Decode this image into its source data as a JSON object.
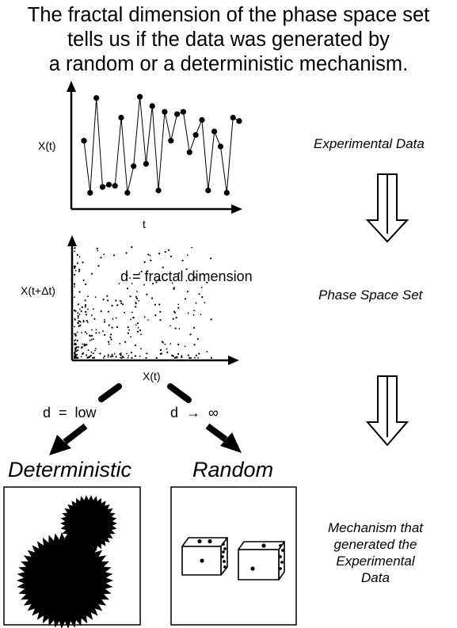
{
  "title_lines": [
    "The fractal dimension of the phase space set",
    "tells us if the data was generated by",
    "a random or a deterministic mechanism."
  ],
  "time_series": {
    "y_label": "X(t)",
    "x_label": "t",
    "values": [
      0.55,
      0.1,
      0.92,
      0.15,
      0.17,
      0.16,
      0.75,
      0.1,
      0.33,
      0.93,
      0.35,
      0.85,
      0.12,
      0.8,
      0.55,
      0.78,
      0.8,
      0.45,
      0.6,
      0.73,
      0.12,
      0.63,
      0.5,
      0.1,
      0.75,
      0.72
    ]
  },
  "phase_space": {
    "y_label": "X(t+Δt)",
    "x_label": "X(t)",
    "annotation": "d = fractal dimension"
  },
  "branches": {
    "left": "d  =  low",
    "right": "d  →  ∞"
  },
  "outcomes": {
    "deterministic": "Deterministic",
    "random": "Random"
  },
  "side_labels": {
    "experimental": "Experimental Data",
    "phase_space": "Phase Space Set",
    "mechanism": [
      "Mechanism that",
      "generated the",
      "Experimental",
      "Data"
    ]
  },
  "colors": {
    "ink": "#000000",
    "paper": "#ffffff"
  }
}
